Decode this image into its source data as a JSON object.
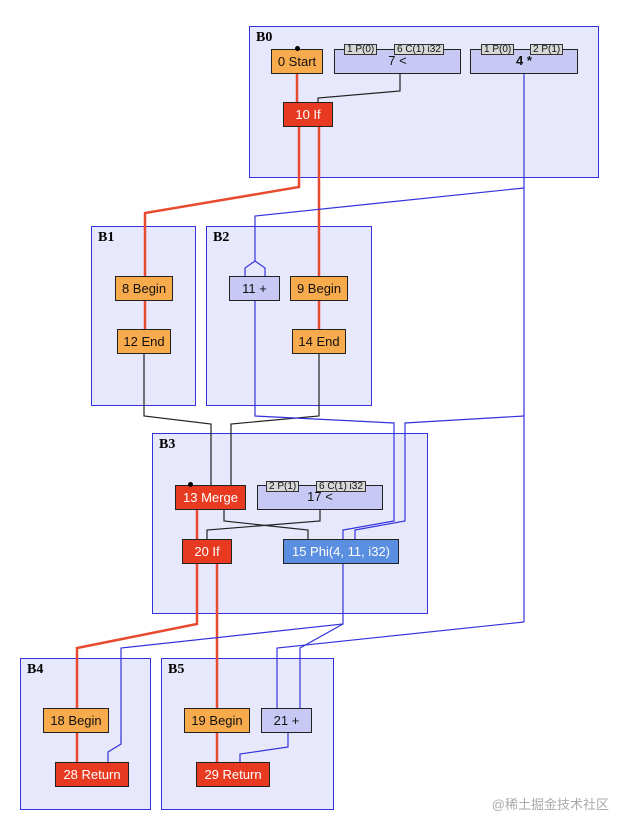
{
  "colors": {
    "block_bg": "#e8e8fc",
    "block_border": "#3333dd",
    "control_node": "#f8ab4c",
    "control_red_node": "#e83a20",
    "data_node": "#c8c8f4",
    "phi_node": "#5a8ee0",
    "control_edge": "#e84a30",
    "data_edge": "#3333dd",
    "dep_edge": "#222222"
  },
  "blocks": [
    {
      "id": "B0",
      "label": "B0"
    },
    {
      "id": "B1",
      "label": "B1"
    },
    {
      "id": "B2",
      "label": "B2"
    },
    {
      "id": "B3",
      "label": "B3"
    },
    {
      "id": "B4",
      "label": "B4"
    },
    {
      "id": "B5",
      "label": "B5"
    }
  ],
  "nodes": {
    "n0": {
      "label": "0 Start",
      "kind": "control"
    },
    "n7": {
      "label": "7 <",
      "kind": "data",
      "inputs": [
        "1 P(0)",
        "6 C(1) i32"
      ]
    },
    "n4": {
      "label": "4 *",
      "kind": "data",
      "inputs": [
        "1 P(0)",
        "2 P(1)"
      ]
    },
    "n10": {
      "label": "10 If",
      "kind": "control-red"
    },
    "n8": {
      "label": "8 Begin",
      "kind": "control"
    },
    "n12": {
      "label": "12 End",
      "kind": "control"
    },
    "n11": {
      "label": "11 +",
      "kind": "data"
    },
    "n9": {
      "label": "9 Begin",
      "kind": "control"
    },
    "n14": {
      "label": "14 End",
      "kind": "control"
    },
    "n13": {
      "label": "13 Merge",
      "kind": "control-red"
    },
    "n17": {
      "label": "17 <",
      "kind": "data",
      "inputs": [
        "2 P(1)",
        "6 C(1) i32"
      ]
    },
    "n20": {
      "label": "20 If",
      "kind": "control-red"
    },
    "n15": {
      "label": "15 Phi(4, 11, i32)",
      "kind": "phi"
    },
    "n18": {
      "label": "18 Begin",
      "kind": "control"
    },
    "n28": {
      "label": "28 Return",
      "kind": "control-red"
    },
    "n19": {
      "label": "19 Begin",
      "kind": "control"
    },
    "n21": {
      "label": "21 +",
      "kind": "data"
    },
    "n29": {
      "label": "29 Return",
      "kind": "control-red"
    }
  },
  "watermark": "@稀土掘金技术社区"
}
